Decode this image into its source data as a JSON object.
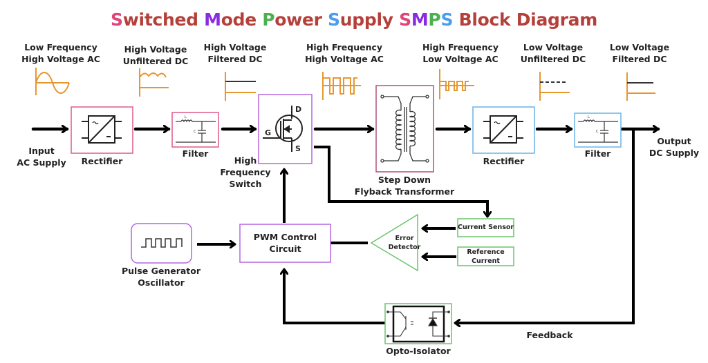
{
  "title": {
    "parts": [
      {
        "text": "S",
        "color": "#e0447a"
      },
      {
        "text": "witched ",
        "color": "#b5403a"
      },
      {
        "text": "M",
        "color": "#8a2be2"
      },
      {
        "text": "ode ",
        "color": "#b5403a"
      },
      {
        "text": "P",
        "color": "#4caf50"
      },
      {
        "text": "ower ",
        "color": "#b5403a"
      },
      {
        "text": "S",
        "color": "#4a9ef0"
      },
      {
        "text": "upply ",
        "color": "#b5403a"
      },
      {
        "text": "S",
        "color": "#e0447a"
      },
      {
        "text": "M",
        "color": "#8a2be2"
      },
      {
        "text": "P",
        "color": "#4caf50"
      },
      {
        "text": "S",
        "color": "#4a9ef0"
      },
      {
        "text": " Block Diagram",
        "color": "#b5403a"
      }
    ]
  },
  "waveforms": [
    {
      "line1": "Low Frequency",
      "line2": "High Voltage AC",
      "kind": "sine"
    },
    {
      "line1": "High Voltage",
      "line2": "Unfiltered DC",
      "kind": "ripple"
    },
    {
      "line1": "High Voltage",
      "line2": "Filtered DC",
      "kind": "dc"
    },
    {
      "line1": "High Frequency",
      "line2": "High Voltage AC",
      "kind": "square-high"
    },
    {
      "line1": "High Frequency",
      "line2": "Low Voltage AC",
      "kind": "square-low"
    },
    {
      "line1": "Low Voltage",
      "line2": "Unfiltered DC",
      "kind": "dashed-dc"
    },
    {
      "line1": "Low Voltage",
      "line2": "Filtered DC",
      "kind": "dc"
    }
  ],
  "blocks": {
    "input": {
      "line1": "Input",
      "line2": "AC Supply"
    },
    "rectifier1": {
      "label": "Rectifier"
    },
    "filter1": {
      "label": "Filter"
    },
    "switch": {
      "line1": "High",
      "line2": "Frequency",
      "line3": "Switch",
      "gate": "G",
      "drain": "D",
      "source": "S"
    },
    "transformer": {
      "line1": "Step Down",
      "line2": "Flyback Transformer"
    },
    "rectifier2": {
      "label": "Rectifier"
    },
    "filter2": {
      "label": "Filter"
    },
    "output": {
      "line1": "Output",
      "line2": "DC Supply"
    },
    "pwm": {
      "line1": "PWM Control",
      "line2": "Circuit"
    },
    "pulse": {
      "line1": "Pulse Generator",
      "line2": "Oscillator"
    },
    "error": {
      "line1": "Error",
      "line2": "Detector"
    },
    "current_sensor": {
      "label": "Current Sensor"
    },
    "reference": {
      "line1": "Reference",
      "line2": "Current"
    },
    "opto": {
      "label": "Opto-Isolator"
    },
    "feedback": {
      "label": "Feedback"
    },
    "filter_L": "L",
    "filter_C": "C"
  },
  "colors": {
    "pink": "#e0588c",
    "purple": "#b565e0",
    "maroon": "#b0507a",
    "blue": "#6ab4e8",
    "green": "#6cc46c",
    "orange": "#e8962e",
    "arrow": "#000000"
  }
}
